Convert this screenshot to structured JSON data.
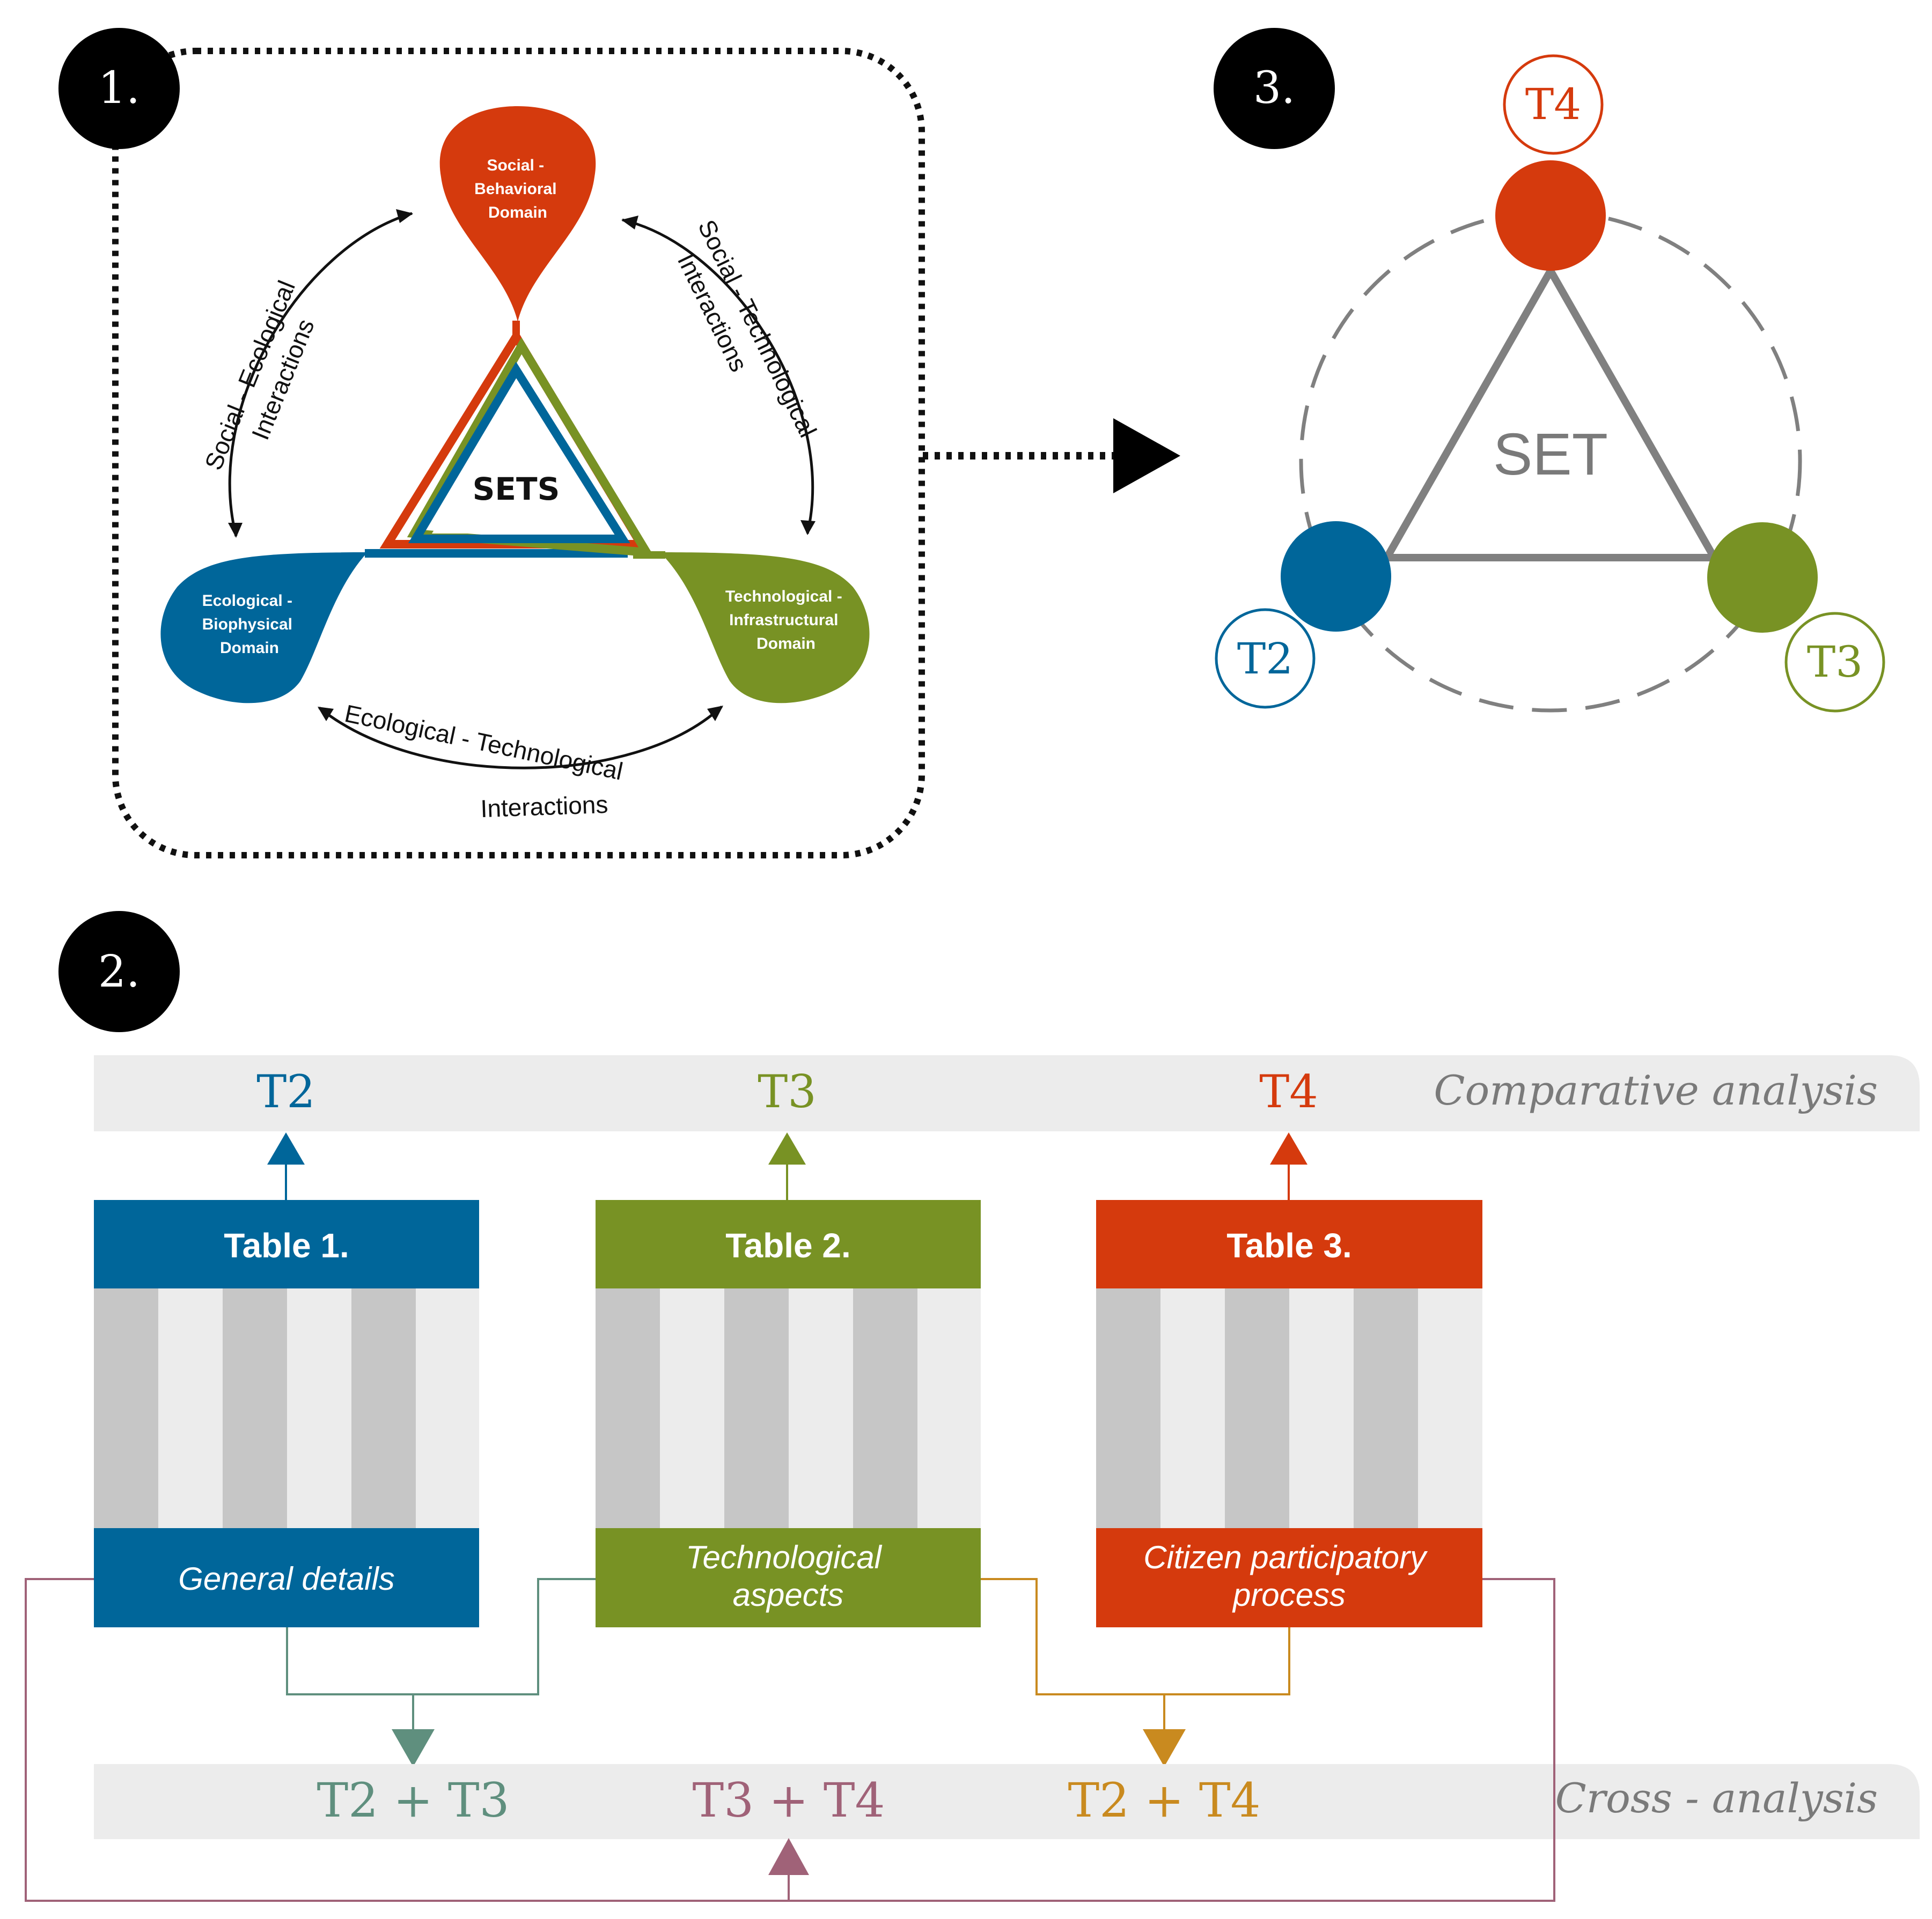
{
  "colors": {
    "blue": "#00669a",
    "green": "#789224",
    "red": "#d53a0d",
    "gray": "#808080",
    "panel": "#ececec",
    "stripe_dark": "#c6c6c6",
    "stripe_light": "#ececec",
    "teal": "#5f8f7e",
    "mauve": "#a06278",
    "orange": "#c98a1f"
  },
  "badges": {
    "b1": "1.",
    "b2": "2.",
    "b3": "3."
  },
  "sets": {
    "center": "SETS",
    "social": [
      "Social -",
      "Behavioral",
      "Domain"
    ],
    "ecological": [
      "Ecological -",
      "Biophysical",
      "Domain"
    ],
    "technological": [
      "Technological -",
      "Infrastructural",
      "Domain"
    ],
    "se_line1": "Social - Ecological",
    "se_line2": "Interactions",
    "st_line1": "Social - Technological",
    "st_line2": "Interactions",
    "et_line1": "Ecological - Technological",
    "et_line2": "Interactions"
  },
  "set_diagram": {
    "center": "SET",
    "t4": "T4",
    "t2": "T2",
    "t3": "T3"
  },
  "comparative": {
    "label": "Comparative analysis",
    "t2": "T2",
    "t3": "T3",
    "t4": "T4"
  },
  "tables": [
    {
      "title": "Table 1.",
      "footer": [
        "General details"
      ]
    },
    {
      "title": "Table 2.",
      "footer": [
        "Technological",
        "aspects"
      ]
    },
    {
      "title": "Table 3.",
      "footer": [
        "Citizen participatory",
        "process"
      ]
    }
  ],
  "cross": {
    "label": "Cross - analysis",
    "c1": "T2 + T3",
    "c2": "T3 + T4",
    "c3": "T2 + T4"
  }
}
